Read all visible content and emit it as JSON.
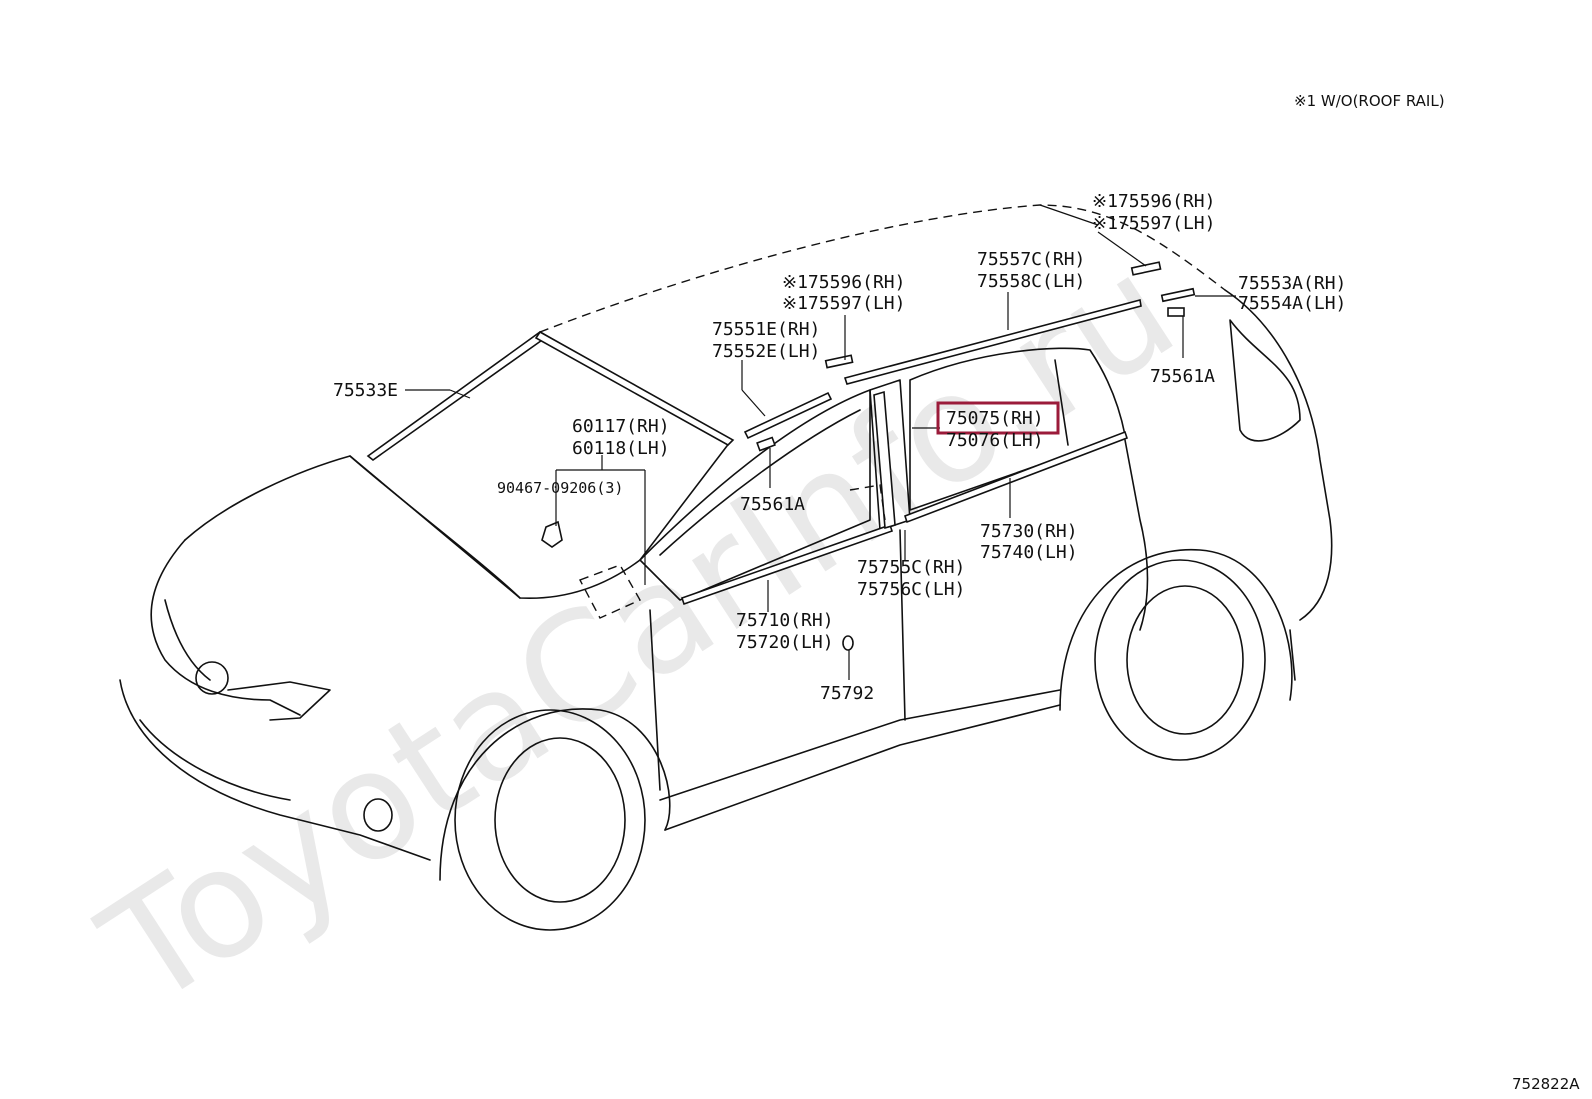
{
  "note": "※1 W/O(ROOF RAIL)",
  "figure_code": "752822A",
  "watermark": "ToyotaCarInfo.ru",
  "highlight_color": "#9b1b3a",
  "labels": {
    "p75533e": "75533E",
    "p60117": "60117(RH)",
    "p60118": "60118(LH)",
    "p90467": "90467-09206(3)",
    "p75551e": "75551E(RH)",
    "p75552e": "75552E(LH)",
    "p75596a": "※175596(RH)",
    "p75597a": "※175597(LH)",
    "p75561a_front": "75561A",
    "p75075": "75075(RH)",
    "p75076": "75076(LH)",
    "p75557c": "75557C(RH)",
    "p75558c": "75558C(LH)",
    "p75596b": "※175596(RH)",
    "p75597b": "※175597(LH)",
    "p75553a": "75553A(RH)",
    "p75554a": "75554A(LH)",
    "p75561a_rear": "75561A",
    "p75730": "75730(RH)",
    "p75740": "75740(LH)",
    "p75755c": "75755C(RH)",
    "p75756c": "75756C(LH)",
    "p75710": "75710(RH)",
    "p75720": "75720(LH)",
    "p75792": "75792"
  }
}
